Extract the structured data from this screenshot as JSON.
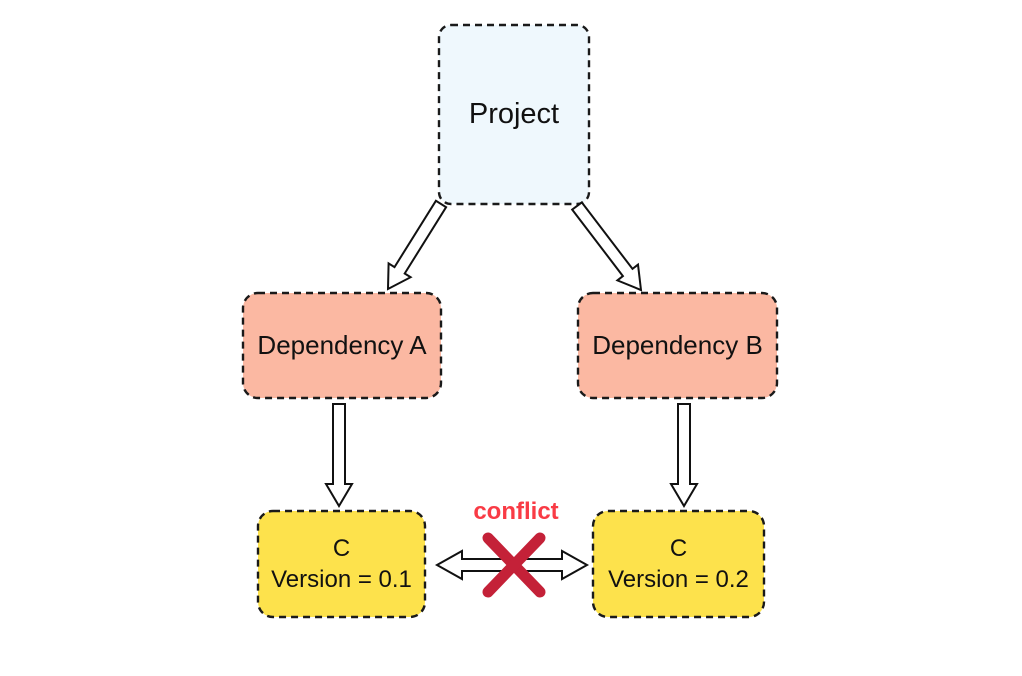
{
  "diagram": {
    "background": "#ffffff",
    "border_color": "#1a1a1a",
    "nodes": {
      "project": {
        "label": "Project",
        "fill": "#eff8fd"
      },
      "dependency_a": {
        "label": "Dependency A",
        "fill": "#fbb8a2"
      },
      "dependency_b": {
        "label": "Dependency B",
        "fill": "#fbb8a2"
      },
      "c_v01": {
        "label": "C",
        "sublabel": "Version = 0.1",
        "fill": "#fde24c"
      },
      "c_v02": {
        "label": "C",
        "sublabel": "Version = 0.2",
        "fill": "#fde24c"
      }
    },
    "edges": [
      {
        "from": "Project",
        "to": "Dependency A",
        "style": "block-arrow"
      },
      {
        "from": "Project",
        "to": "Dependency B",
        "style": "block-arrow"
      },
      {
        "from": "Dependency A",
        "to": "C Version = 0.1",
        "style": "block-arrow"
      },
      {
        "from": "Dependency B",
        "to": "C Version = 0.2",
        "style": "block-arrow"
      },
      {
        "from": "C Version = 0.1",
        "to": "C Version = 0.2",
        "style": "double-arrow-blocked"
      }
    ],
    "conflict": {
      "label": "conflict",
      "label_color": "#f93b45",
      "cross_color": "#c42138"
    }
  }
}
